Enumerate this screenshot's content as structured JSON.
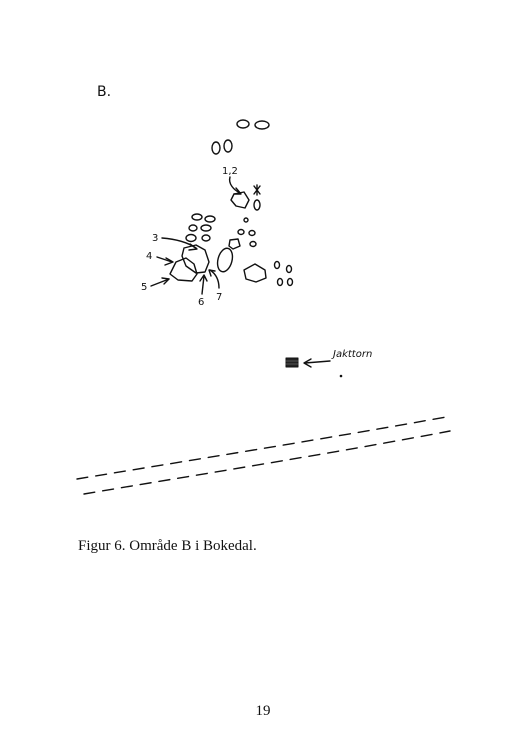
{
  "figure": {
    "area_label": "B.",
    "labels": {
      "stone_1_2": "1,2",
      "stone_3": "3",
      "stone_4": "4",
      "stone_5": "5",
      "stone_6": "6",
      "stone_7": "7",
      "hunting_tower": "Jakttorn"
    }
  },
  "caption": "Figur 6. Område B i Bokedal.",
  "page_number": "19"
}
